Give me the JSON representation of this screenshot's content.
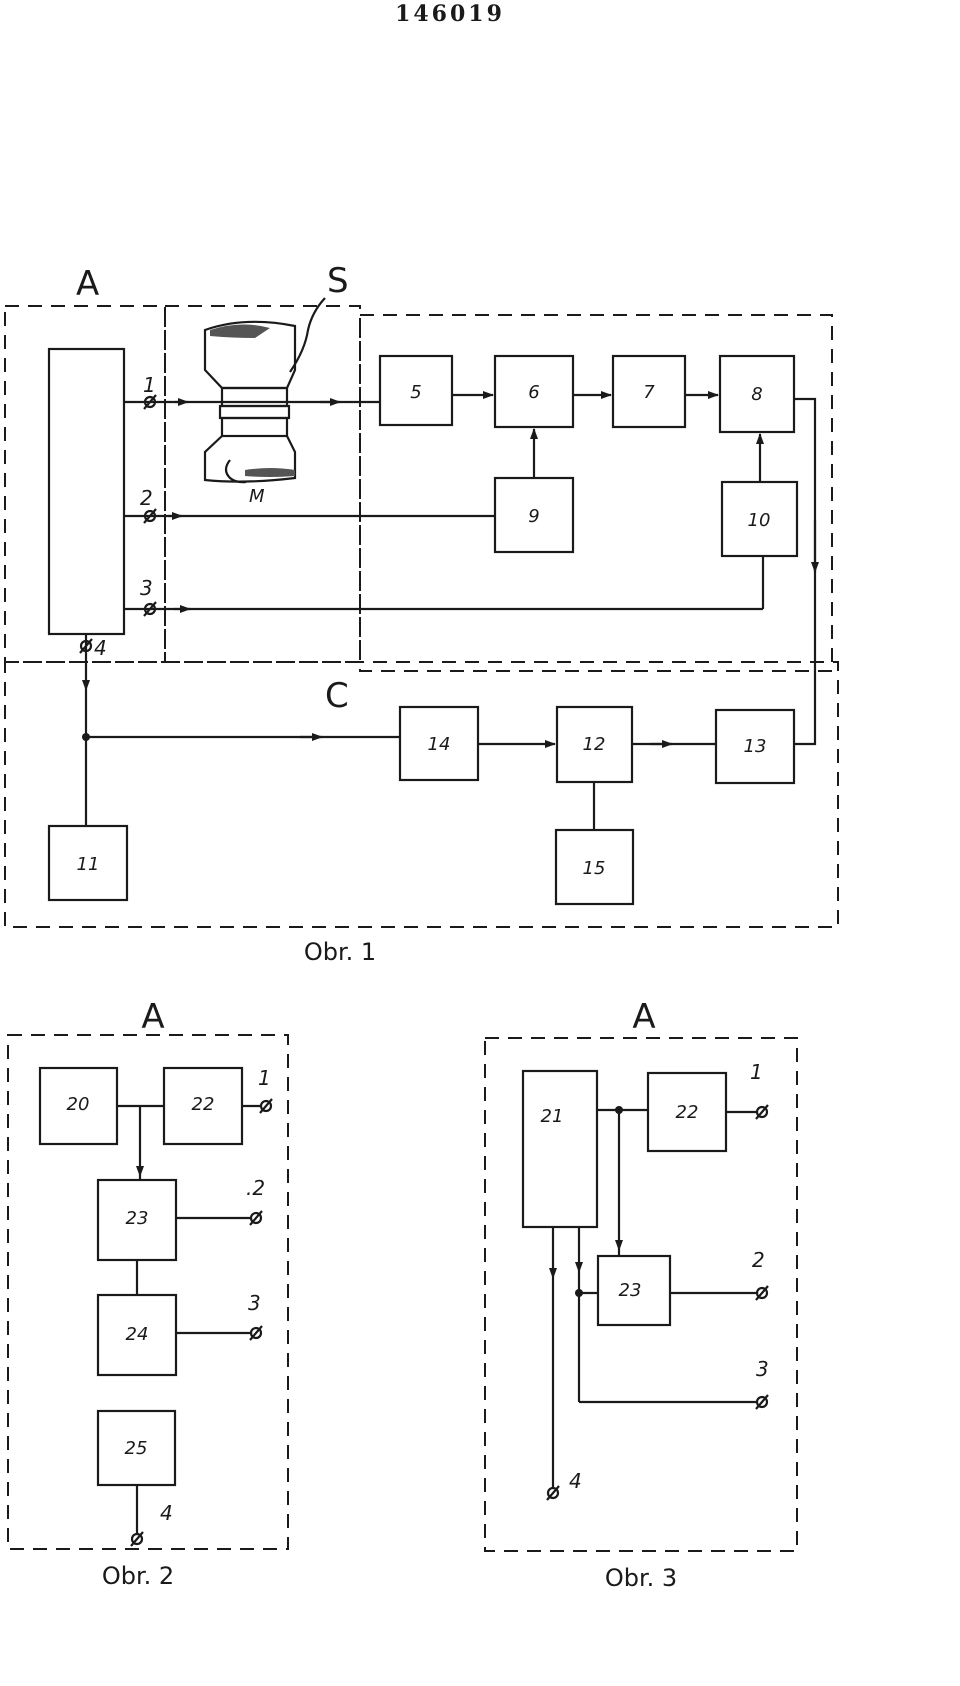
{
  "patent_number": "146019",
  "fig1": {
    "caption": "Obr. 1",
    "labels": {
      "A": "A",
      "S": "S",
      "C": "C",
      "M": "M"
    },
    "terminals": [
      "1",
      "2",
      "3",
      "4"
    ],
    "blocks": [
      "5",
      "6",
      "7",
      "8",
      "9",
      "10",
      "11",
      "12",
      "13",
      "14",
      "15"
    ]
  },
  "fig2": {
    "caption": "Obr. 2",
    "label_A": "A",
    "blocks": [
      "20",
      "22",
      "23",
      "24",
      "25"
    ],
    "terminals": [
      "1",
      ".2",
      "3",
      "4"
    ]
  },
  "fig3": {
    "caption": "Obr. 3",
    "label_A": "A",
    "blocks": [
      "21",
      "22",
      "23"
    ],
    "terminals": [
      "1",
      "2",
      "3",
      "4"
    ]
  }
}
